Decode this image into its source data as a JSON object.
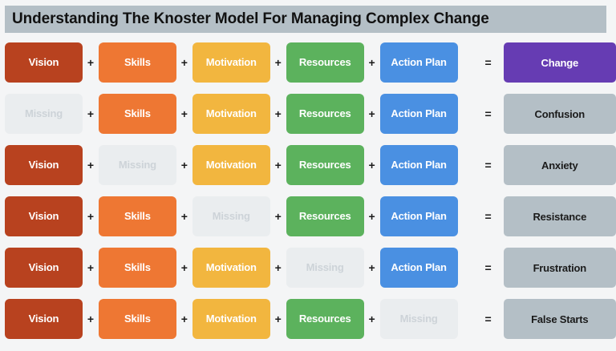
{
  "header": {
    "title": "Understanding The Knoster Model For Managing Complex Change",
    "background_color": "#b4bfc6",
    "text_color": "#111111"
  },
  "separators": {
    "plus": "+",
    "equals": "="
  },
  "colors": {
    "vision": "#b8421f",
    "skills": "#ee7733",
    "motivation": "#f2b63f",
    "resources": "#5cb25d",
    "action_plan": "#4a90e2",
    "change": "#663cb3",
    "missing": "#eaedef",
    "missing_text": "#cdd3d8",
    "outcome": "#b4bfc6",
    "outcome_text": "#1b1b1b",
    "page_background": "#f4f5f6"
  },
  "labels": {
    "vision": "Vision",
    "skills": "Skills",
    "motivation": "Motivation",
    "resources": "Resources",
    "action_plan": "Action Plan",
    "missing": "Missing"
  },
  "rows": [
    {
      "cells": [
        {
          "label": "Vision",
          "color": "#b8421f",
          "missing": false
        },
        {
          "label": "Skills",
          "color": "#ee7733",
          "missing": false
        },
        {
          "label": "Motivation",
          "color": "#f2b63f",
          "missing": false
        },
        {
          "label": "Resources",
          "color": "#5cb25d",
          "missing": false
        },
        {
          "label": "Action Plan",
          "color": "#4a90e2",
          "missing": false
        }
      ],
      "result": {
        "label": "Change",
        "color": "#663cb3",
        "text_color": "#ffffff"
      }
    },
    {
      "cells": [
        {
          "label": "Missing",
          "color": "#eaedef",
          "missing": true
        },
        {
          "label": "Skills",
          "color": "#ee7733",
          "missing": false
        },
        {
          "label": "Motivation",
          "color": "#f2b63f",
          "missing": false
        },
        {
          "label": "Resources",
          "color": "#5cb25d",
          "missing": false
        },
        {
          "label": "Action Plan",
          "color": "#4a90e2",
          "missing": false
        }
      ],
      "result": {
        "label": "Confusion",
        "color": "#b4bfc6",
        "text_color": "#1b1b1b"
      }
    },
    {
      "cells": [
        {
          "label": "Vision",
          "color": "#b8421f",
          "missing": false
        },
        {
          "label": "Missing",
          "color": "#eaedef",
          "missing": true
        },
        {
          "label": "Motivation",
          "color": "#f2b63f",
          "missing": false
        },
        {
          "label": "Resources",
          "color": "#5cb25d",
          "missing": false
        },
        {
          "label": "Action Plan",
          "color": "#4a90e2",
          "missing": false
        }
      ],
      "result": {
        "label": "Anxiety",
        "color": "#b4bfc6",
        "text_color": "#1b1b1b"
      }
    },
    {
      "cells": [
        {
          "label": "Vision",
          "color": "#b8421f",
          "missing": false
        },
        {
          "label": "Skills",
          "color": "#ee7733",
          "missing": false
        },
        {
          "label": "Missing",
          "color": "#eaedef",
          "missing": true
        },
        {
          "label": "Resources",
          "color": "#5cb25d",
          "missing": false
        },
        {
          "label": "Action Plan",
          "color": "#4a90e2",
          "missing": false
        }
      ],
      "result": {
        "label": "Resistance",
        "color": "#b4bfc6",
        "text_color": "#1b1b1b"
      }
    },
    {
      "cells": [
        {
          "label": "Vision",
          "color": "#b8421f",
          "missing": false
        },
        {
          "label": "Skills",
          "color": "#ee7733",
          "missing": false
        },
        {
          "label": "Motivation",
          "color": "#f2b63f",
          "missing": false
        },
        {
          "label": "Missing",
          "color": "#eaedef",
          "missing": true
        },
        {
          "label": "Action Plan",
          "color": "#4a90e2",
          "missing": false
        }
      ],
      "result": {
        "label": "Frustration",
        "color": "#b4bfc6",
        "text_color": "#1b1b1b"
      }
    },
    {
      "cells": [
        {
          "label": "Vision",
          "color": "#b8421f",
          "missing": false
        },
        {
          "label": "Skills",
          "color": "#ee7733",
          "missing": false
        },
        {
          "label": "Motivation",
          "color": "#f2b63f",
          "missing": false
        },
        {
          "label": "Resources",
          "color": "#5cb25d",
          "missing": false
        },
        {
          "label": "Missing",
          "color": "#eaedef",
          "missing": true
        }
      ],
      "result": {
        "label": "False Starts",
        "color": "#b4bfc6",
        "text_color": "#1b1b1b"
      }
    }
  ]
}
